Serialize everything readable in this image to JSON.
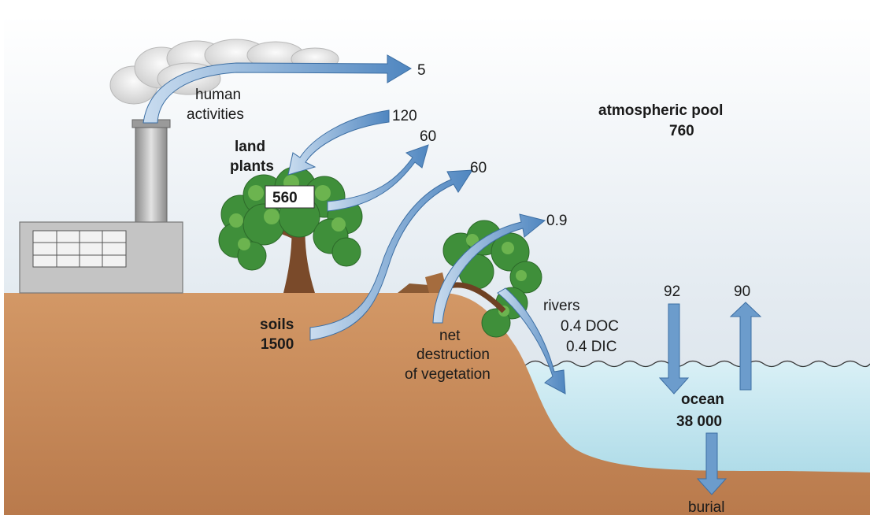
{
  "labels": {
    "emission_value": "5",
    "human_activities_line1": "human",
    "human_activities_line2": "activities",
    "photosynthesis_value": "120",
    "plant_respiration_value": "60",
    "soil_respiration_value": "60",
    "land_plants_line1": "land",
    "land_plants_line2": "plants",
    "land_plants_value": "560",
    "atmosphere_name": "atmospheric pool",
    "atmosphere_value": "760",
    "deforestation_value": "0.9",
    "soils_name": "soils",
    "soils_value": "1500",
    "net_line1": "net",
    "net_line2": "destruction",
    "net_line3": "of vegetation",
    "rivers_line1": "rivers",
    "rivers_line2": "0.4 DOC",
    "rivers_line3": "0.4 DIC",
    "ocean_uptake_value": "92",
    "ocean_release_value": "90",
    "ocean_name": "ocean",
    "ocean_value": "38 000",
    "burial_label": "burial"
  },
  "colors": {
    "sky": "#dde6ee",
    "soil": "#c98e5e",
    "water": "#a9dbe8",
    "arrow": "#5f93c6",
    "factory": "#bfbfbf"
  }
}
